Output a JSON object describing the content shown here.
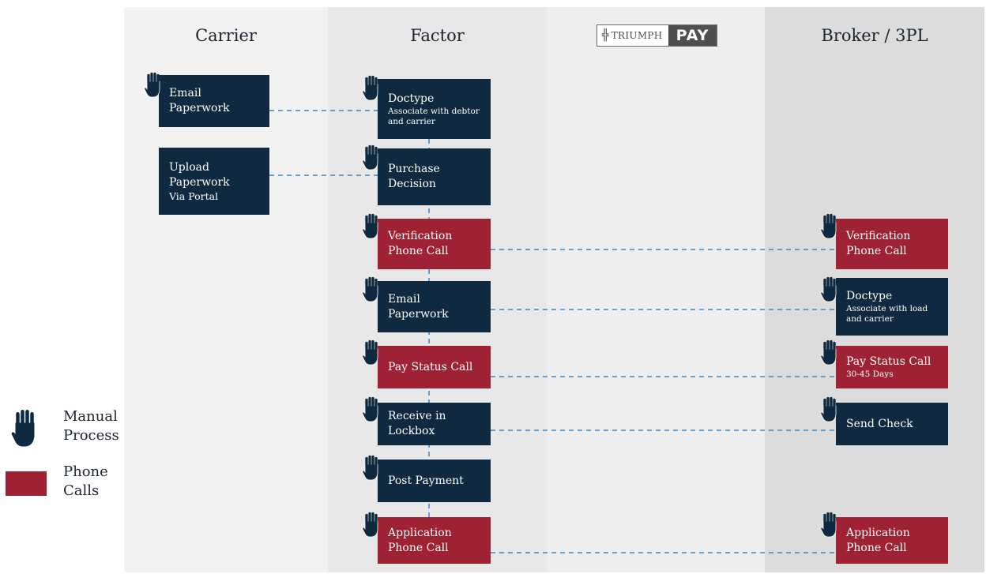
{
  "lanes": {
    "carrier": "Carrier",
    "factor": "Factor",
    "broker": "Broker / 3PL"
  },
  "logo": {
    "left_text": "TRIUMPH",
    "right_text": "PAY",
    "icon": "cross-icon"
  },
  "colors": {
    "navy": "#0f2a40",
    "red": "#9e2233",
    "dash": "#3d86c4"
  },
  "carrier_boxes": [
    {
      "lines": [
        "Email",
        "Paperwork"
      ],
      "sub": ""
    },
    {
      "lines": [
        "Upload",
        "Paperwork"
      ],
      "sub": "Via Portal"
    }
  ],
  "factor_boxes": [
    {
      "lines": [
        "Doctype"
      ],
      "sub": "Associate with debtor and carrier"
    },
    {
      "lines": [
        "Purchase",
        "Decision"
      ],
      "sub": ""
    },
    {
      "lines": [
        "Verification",
        "Phone Call"
      ],
      "sub": ""
    },
    {
      "lines": [
        "Email",
        "Paperwork"
      ],
      "sub": ""
    },
    {
      "lines": [
        "Pay Status Call"
      ],
      "sub": ""
    },
    {
      "lines": [
        "Receive in",
        "Lockbox"
      ],
      "sub": ""
    },
    {
      "lines": [
        "Post Payment"
      ],
      "sub": ""
    },
    {
      "lines": [
        "Application",
        "Phone Call"
      ],
      "sub": ""
    }
  ],
  "broker_boxes": [
    {
      "lines": [
        "Verification",
        "Phone Call"
      ],
      "sub": ""
    },
    {
      "lines": [
        "Doctype"
      ],
      "sub": "Associate with load and carrier"
    },
    {
      "lines": [
        "Pay Status Call"
      ],
      "sub": "30-45 Days"
    },
    {
      "lines": [
        "Send Check"
      ],
      "sub": ""
    },
    {
      "lines": [
        "Application",
        "Phone Call"
      ],
      "sub": ""
    }
  ],
  "legend": {
    "manual_line1": "Manual",
    "manual_line2": "Process",
    "phone_line1": "Phone",
    "phone_line2": "Calls"
  }
}
